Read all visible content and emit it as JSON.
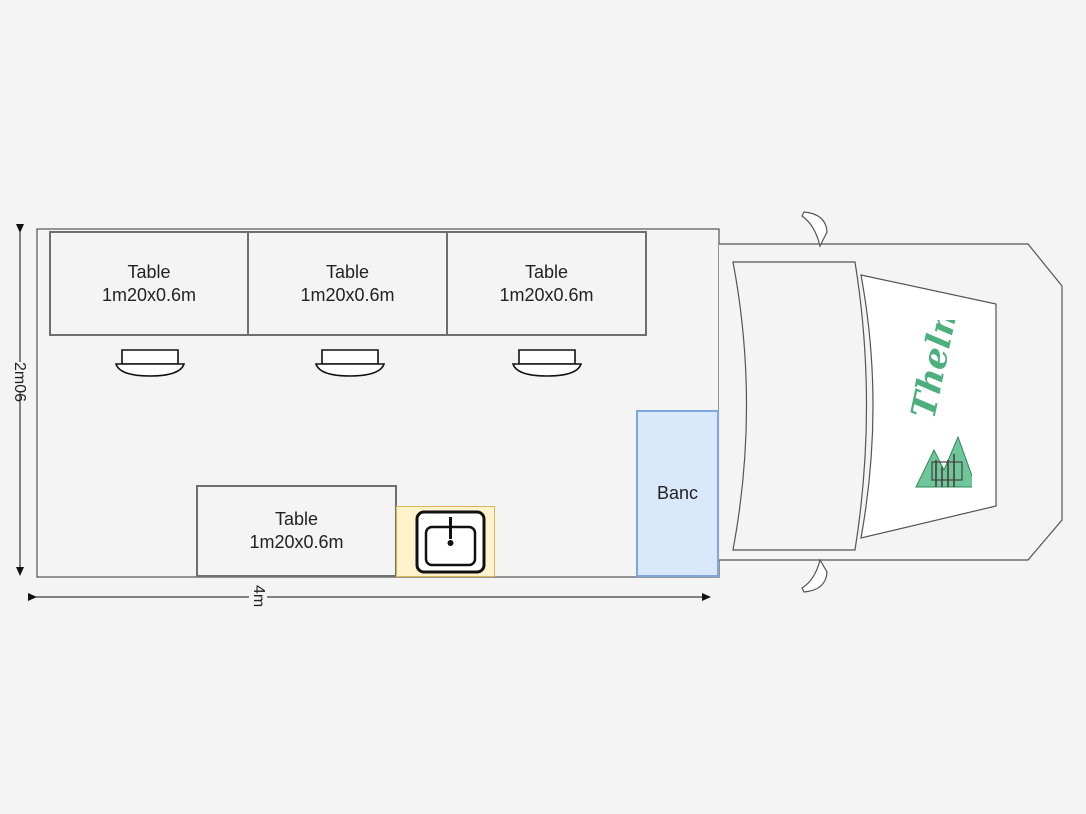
{
  "tables": [
    {
      "title": "Table",
      "size": "1m20x0.6m"
    },
    {
      "title": "Table",
      "size": "1m20x0.6m"
    },
    {
      "title": "Table",
      "size": "1m20x0.6m"
    },
    {
      "title": "Table",
      "size": "1m20x0.6m"
    }
  ],
  "bench": {
    "label": "Banc"
  },
  "dimensions": {
    "width": "2m06",
    "length": "4m"
  },
  "brand": {
    "name": "Thelma"
  },
  "colors": {
    "background": "#f4f4f4",
    "wall": "#555555",
    "table_border": "#6f6f6f",
    "bench_fill": "#dae8fc",
    "bench_border": "#7ea6e0",
    "sink_fill": "#fff2cc",
    "sink_border": "#d6b656",
    "brand_green": "#4caf7d"
  },
  "icons": [
    "chair-icon",
    "sink-icon",
    "truck-cab",
    "thelma-logo"
  ]
}
